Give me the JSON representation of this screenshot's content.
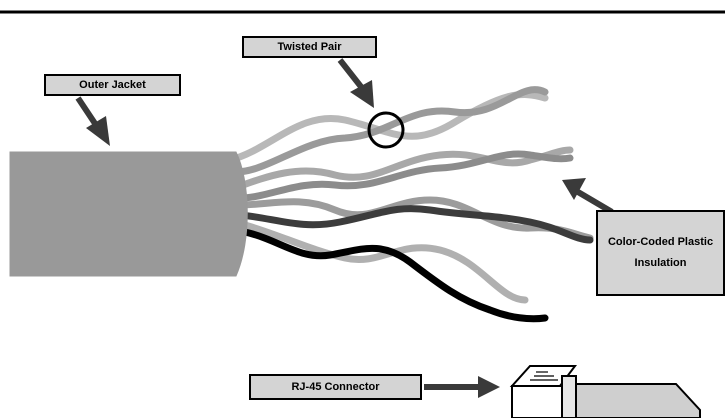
{
  "labels": {
    "outer_jacket": "Outer Jacket",
    "twisted_pair": "Twisted Pair",
    "color_coded": "Color-Coded Plastic Insulation",
    "rj45": "RJ-45 Connector"
  },
  "colors": {
    "jacket": "#999999",
    "wire_light": "#b3b3b3",
    "wire_mid": "#8c8c8c",
    "wire_dark": "#3c3c3c",
    "wire_black": "#000000",
    "callout_bg": "#d4d4d4",
    "connector_fill": "#cfcfcf"
  }
}
